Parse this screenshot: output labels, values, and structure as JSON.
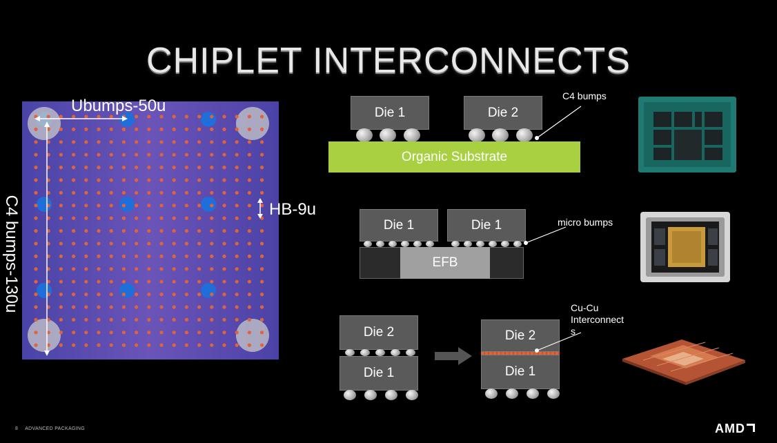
{
  "title": "CHIPLET INTERCONNECTS",
  "bump_map": {
    "ubumps_label": "Ubumps-50u",
    "c4_label": "C4 bumps-130u",
    "hb_label": "HB-9u"
  },
  "row1": {
    "die_left": "Die 1",
    "die_right": "Die 2",
    "substrate": "Organic Substrate",
    "callout": "C4 bumps"
  },
  "row2": {
    "die_left": "Die 1",
    "die_right": "Die 1",
    "bridge": "EFB",
    "callout": "micro bumps"
  },
  "row3": {
    "before_top": "Die 2",
    "before_bottom": "Die 1",
    "after_top": "Die 2",
    "after_bottom": "Die 1",
    "callout_line1": "Cu-Cu",
    "callout_line2": "Interconnect",
    "callout_line3": "s"
  },
  "footer": {
    "page_number": "8",
    "section": "ADVANCED PACKAGING",
    "brand": "AMD"
  },
  "colors": {
    "bump_panel": "#5a4fb0",
    "pad": "#e0633a",
    "hb_pad": "#1e6fd9",
    "substrate": "#a8d040",
    "die": "#5a5a5a",
    "efb": "#a0a0a0"
  }
}
